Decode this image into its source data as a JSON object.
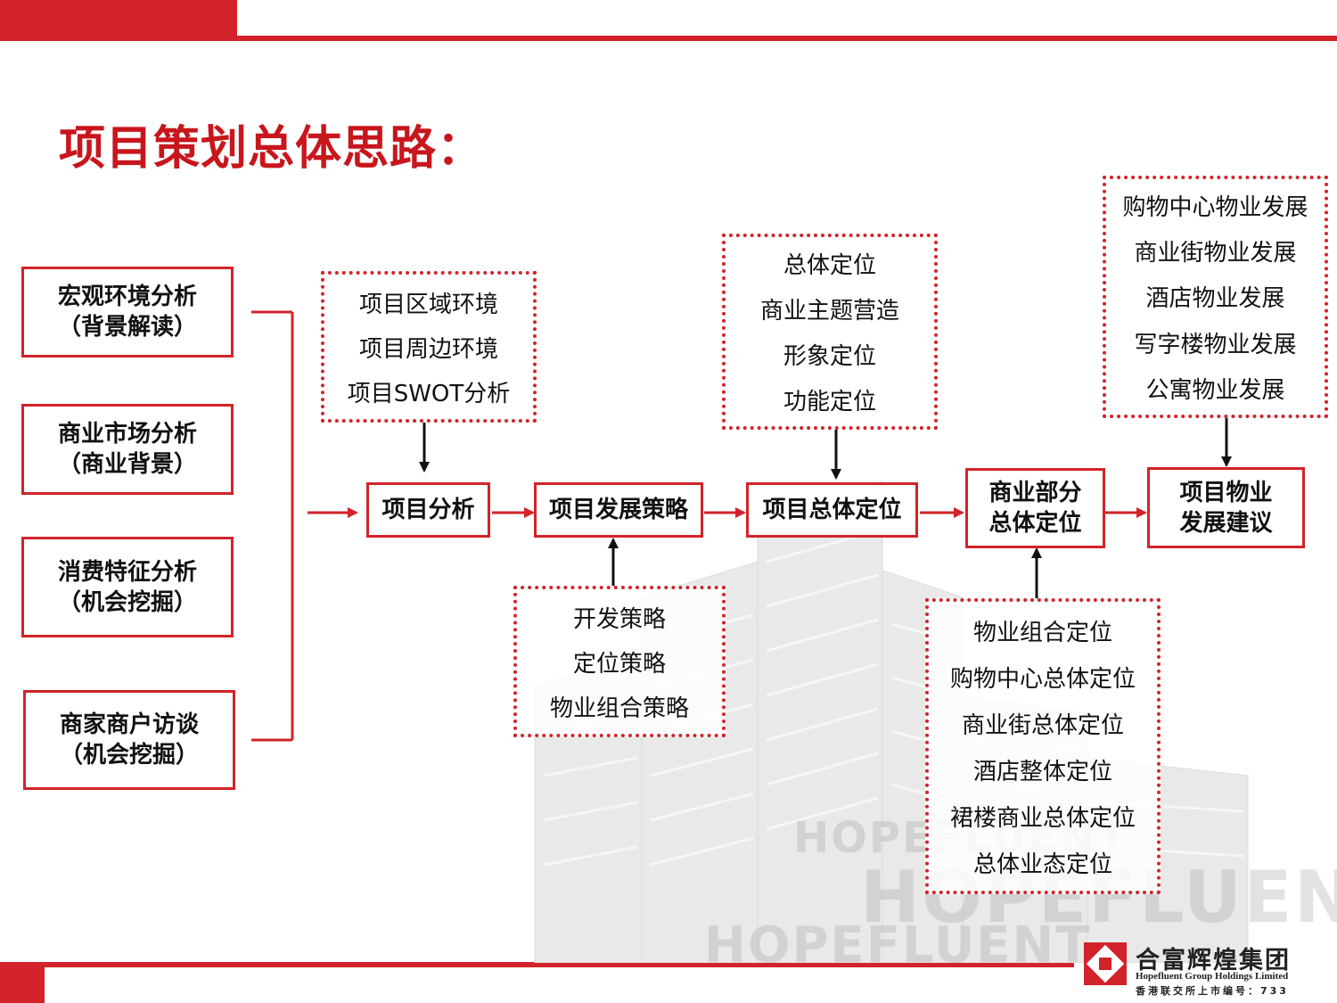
{
  "title": "项目策划总体思路：",
  "inputs": [
    {
      "line1": "宏观环境分析",
      "line2": "（背景解读）"
    },
    {
      "line1": "商业市场分析",
      "line2": "（商业背景）"
    },
    {
      "line1": "消费特征分析",
      "line2": "（机会挖掘）"
    },
    {
      "line1": "商家商户访谈",
      "line2": "（机会挖掘）"
    }
  ],
  "flow": {
    "analysis": "项目分析",
    "strategy": "项目发展策略",
    "positioning": "项目总体定位",
    "commercial": {
      "line1": "商业部分",
      "line2": "总体定位"
    },
    "suggestion": {
      "line1": "项目物业",
      "line2": "发展建议"
    }
  },
  "details": {
    "analysis_items": [
      "项目区域环境",
      "项目周边环境",
      "项目SWOT分析"
    ],
    "strategy_items": [
      "开发策略",
      "定位策略",
      "物业组合策略"
    ],
    "positioning_items": [
      "总体定位",
      "商业主题营造",
      "形象定位",
      "功能定位"
    ],
    "commercial_items": [
      "物业组合定位",
      "购物中心总体定位",
      "商业街总体定位",
      "酒店整体定位",
      "裙楼商业总体定位",
      "总体业态定位"
    ],
    "suggestion_items": [
      "购物中心物业发展",
      "商业街物业发展",
      "酒店物业发展",
      "写字楼物业发展",
      "公寓物业发展"
    ]
  },
  "watermark": {
    "line1": "HOPEFLUENT",
    "line2": "HOPEFLUENT",
    "line3": "HOPEFLUENT"
  },
  "logo": {
    "name_cn": "合富辉煌集团",
    "name_en": "Hopefluent Group Holdings Limited",
    "listing": "香港联交所上市编号：733"
  },
  "colors": {
    "accent": "#d2232a",
    "title": "#c8161d"
  }
}
